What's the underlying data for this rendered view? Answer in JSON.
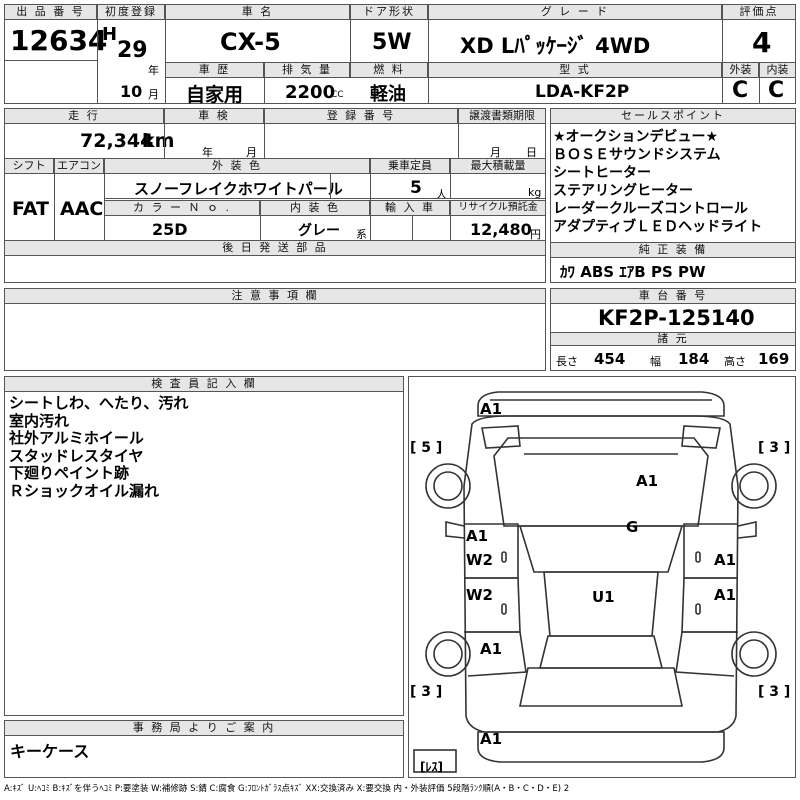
{
  "header": {
    "lot_no_label": "出 品 番 号",
    "lot_no": "12634",
    "first_reg_label": "初度登録",
    "era": "H",
    "year": "29",
    "year_unit": "年",
    "month": "10",
    "month_unit": "月",
    "car_name_label": "車 名",
    "car_name": "CX-5",
    "door_label": "ドア形状",
    "door": "5W",
    "grade_label": "グ レ ー ド",
    "grade": "XD Lﾊﾟｯｹｰｼﾞ 4WD",
    "score_label": "評価点",
    "score": "4",
    "history_label": "車 歴",
    "history": "自家用",
    "displacement_label": "排 気 量",
    "displacement": "2200",
    "displacement_unit": "CC",
    "fuel_label": "燃 料",
    "fuel": "軽油",
    "model_label": "型 式",
    "model": "LDA-KF2P",
    "exterior_label": "外装",
    "exterior": "C",
    "interior_label": "内装",
    "interior": "C"
  },
  "row2": {
    "mileage_label": "走 行",
    "mileage": "72,344",
    "mileage_unit": "km",
    "inspection_label": "車 検",
    "insp_year_unit": "年",
    "insp_month_unit": "月",
    "reg_no_label": "登 録 番 号",
    "transfer_label": "譲渡書類期限",
    "transfer_month_unit": "月",
    "transfer_day_unit": "日",
    "shift_label": "シフト",
    "shift": "FAT",
    "ac_label": "エアコン",
    "ac": "AAC",
    "color_label": "外 装 色",
    "color": "スノーフレイクホワイトパール",
    "capacity_label": "乗車定員",
    "capacity": "5",
    "capacity_unit": "人",
    "load_label": "最大積載量",
    "load_unit": "kg",
    "color_no_label": "カ ラ ー Ｎ ｏ .",
    "color_no": "25D",
    "int_color_label": "内 装 色",
    "int_color": "グレー",
    "int_color_unit": "系",
    "import_label": "輸 入 車",
    "recycle_label": "リサイクル預託金",
    "recycle": "12,480",
    "recycle_unit": "円",
    "later_label": "後 日 発 送 部 品"
  },
  "sales": {
    "label": "セールスポイント",
    "items": [
      "★オークションデビュー★",
      "ＢＯＳＥサウンドシステム",
      "シートヒーター",
      "ステアリングヒーター",
      "レーダークルーズコントロール",
      "アダプティブＬＥＤヘッドライト"
    ]
  },
  "equipment": {
    "label": "純 正 装 備",
    "value": "ｶﾜ ABS ｴｱB PS PW"
  },
  "chassis": {
    "label": "車 台 番 号",
    "value": "KF2P-125140"
  },
  "specs": {
    "label": "諸 元",
    "length_label": "長さ",
    "length": "454",
    "width_label": "幅",
    "width": "184",
    "height_label": "高さ",
    "height": "169"
  },
  "notes": {
    "label": "注 意 事 項 欄"
  },
  "inspector": {
    "label": "検 査 員 記 入 欄",
    "items": [
      "シートしわ、へたり、汚れ",
      "室内汚れ",
      "社外アルミホイール",
      "スタッドレスタイヤ",
      "下廻りペイント跡",
      "Ｒショックオイル漏れ"
    ]
  },
  "office": {
    "label": "事 務 局 よ り ご 案 内",
    "value": "キーケース"
  },
  "diagram": {
    "marks": [
      "A1",
      "A1",
      "G",
      "A1",
      "W2",
      "W2",
      "A1",
      "A1",
      "U1",
      "A1",
      "A1"
    ],
    "tire_tl": "[ 5 ]",
    "tire_tr": "[ 3 ]",
    "tire_bl": "[ 3 ]",
    "tire_br": "[ 3 ]",
    "spare": "[ﾚｽ]"
  },
  "legend": "A:ｷｽﾞ U:ﾍｺﾐ B:ｷｽﾞを伴うﾍｺﾐ P:要塗装 W:補修跡 S:錆 C:腐食 G:ﾌﾛﾝﾄｶﾞﾗｽ点ｷｽﾞ XX:交換済み X:要交換 内・外装評価 5段階ﾗﾝｸ順(A・B・C・D・E) 2"
}
